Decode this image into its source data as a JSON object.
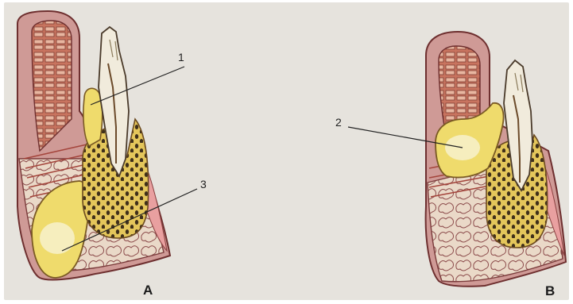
{
  "figure": {
    "panels": [
      {
        "id": "A",
        "label": "A"
      },
      {
        "id": "B",
        "label": "B"
      }
    ],
    "callouts": [
      {
        "id": "1",
        "text": "1"
      },
      {
        "id": "2",
        "text": "2"
      },
      {
        "id": "3",
        "text": "3"
      }
    ]
  },
  "colors": {
    "paper": "#e6e3dd",
    "gum_tissue": "#c98a8a",
    "gum_outline": "#7a3b3b",
    "bone_fill": "#e9d9c2",
    "pus_yellow": "#efdc6a",
    "abscess_pale": "#f4eec2",
    "tooth_cream": "#f1ece0",
    "periodontal_pink": "#e5a6a6",
    "muscle_red": "#b8554a"
  }
}
